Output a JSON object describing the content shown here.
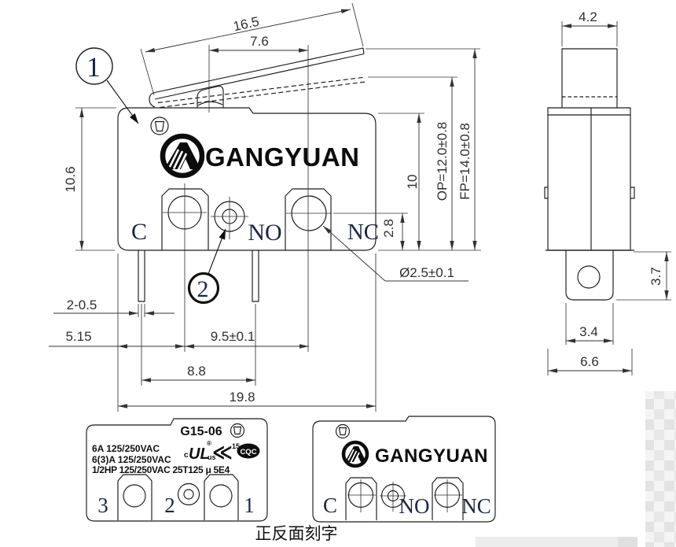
{
  "front_view": {
    "brand": "GANGYUAN",
    "terminal_c": "C",
    "terminal_no": "NO",
    "terminal_nc": "NC",
    "balloon_lever": "1",
    "balloon_hole": "2",
    "dim_lever_length": "16.5",
    "dim_lever_overhang": "7.6",
    "dim_body_height": "10.6",
    "dim_leg_thickness": "2-0.5",
    "dim_edge_to_hole": "5.15",
    "dim_hole_pitch": "9.5±0.1",
    "dim_leg_pitch": "8.8",
    "dim_body_width": "19.8",
    "dim_top_height": "10",
    "dim_hole_to_base": "2.8",
    "dim_op": "OP=12.0±0.8",
    "dim_fp": "FP=14.0±0.8",
    "dim_hole_dia": "Ø2.5±0.1"
  },
  "side_view": {
    "dim_button_width": "4.2",
    "dim_terminal_height": "3.7",
    "dim_terminal_width": "3.4",
    "dim_body_depth": "6.6"
  },
  "back_view": {
    "model": "G15-06",
    "rating_line1": "6A 125/250VAC",
    "rating_line2": "6(3)A 125/250VAC",
    "rating_line3": "1/2HP 125/250VAC 25T125 μ 5E4",
    "ul_c": "c",
    "ul_main": "UL",
    "ul_reg": "®",
    "ul_us": "us",
    "k_glyph": "≪",
    "k_num": "15",
    "cqc": "CQC",
    "pin_3": "3",
    "pin_2": "2",
    "pin_1": "1"
  },
  "front_label_view": {
    "brand": "GANGYUAN",
    "terminal_c": "C",
    "terminal_no": "NO",
    "terminal_nc": "NC"
  },
  "caption": "正反面刻字"
}
